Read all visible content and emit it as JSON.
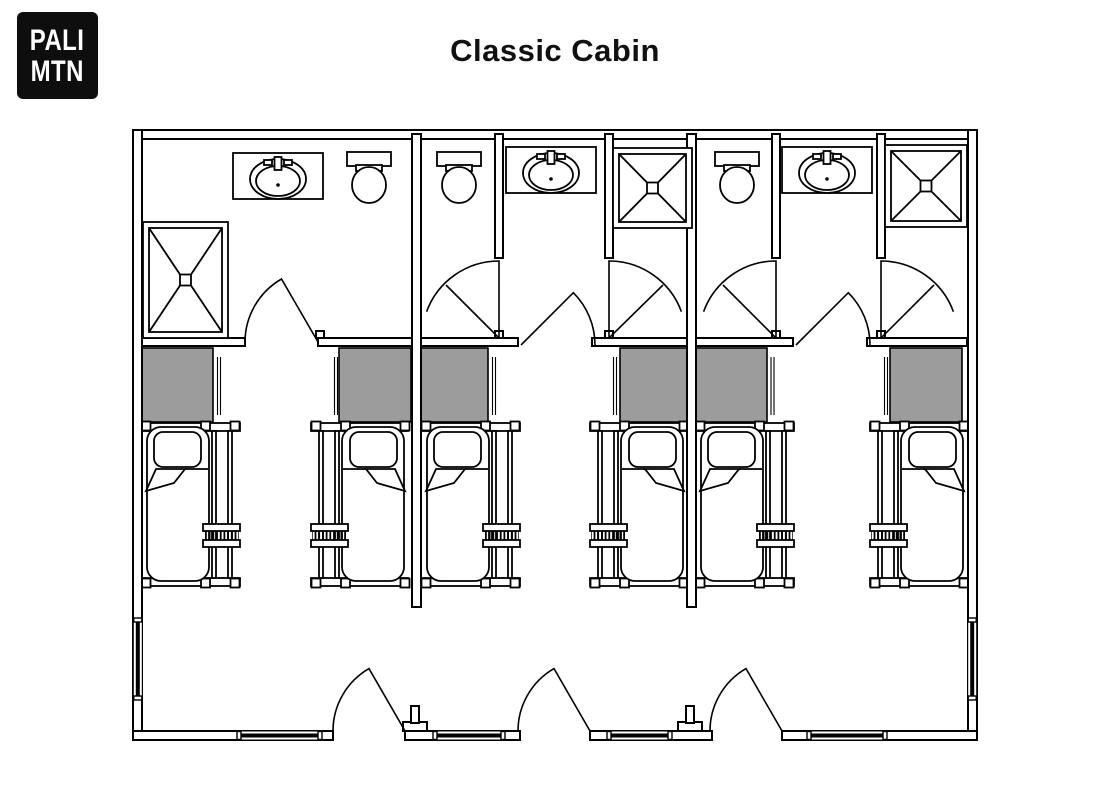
{
  "header": {
    "logo_line1": "PALI",
    "logo_line2": "MTN",
    "title": "Classic Cabin"
  },
  "colors": {
    "background": "#ffffff",
    "line": "#000000",
    "wardrobe_fill": "#9c9c9c",
    "logo_bg": "#0e0e0e",
    "logo_text": "#ffffff"
  },
  "floor_plan": {
    "bedroom_count": 3,
    "bunk_bed_count": 6,
    "wardrobe_count": 6,
    "bathrooms": [
      {
        "position": "left",
        "fixtures": [
          "vanity-sink",
          "toilet",
          "shower"
        ]
      },
      {
        "position": "center",
        "fixtures": [
          "toilet",
          "vanity-sink",
          "shower"
        ]
      },
      {
        "position": "right",
        "fixtures": [
          "toilet",
          "vanity-sink",
          "shower"
        ]
      }
    ],
    "entry_door_count": 3,
    "window_count": 6
  }
}
